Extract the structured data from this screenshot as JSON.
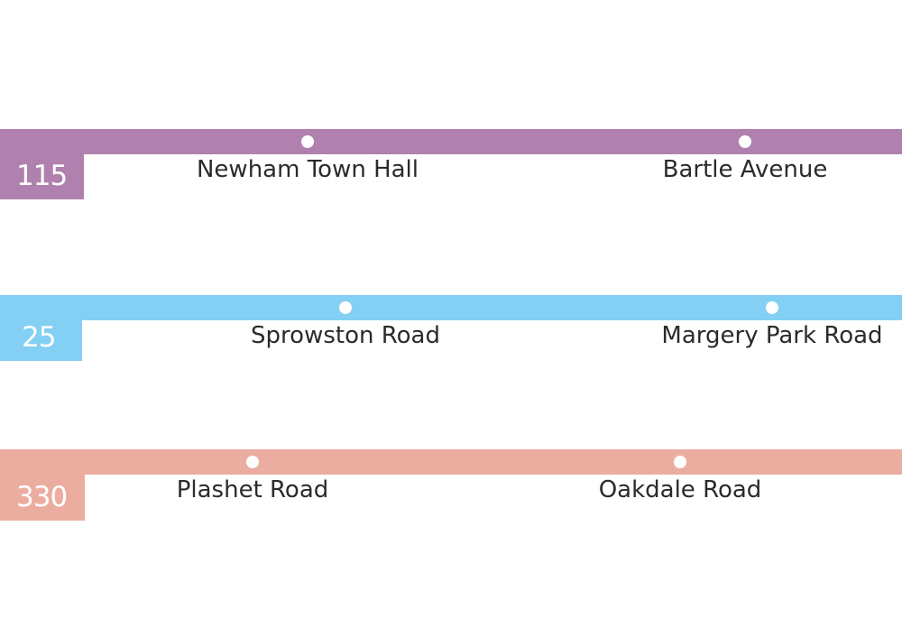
{
  "routes": [
    {
      "number": "115",
      "color": "#b081ae",
      "stops": [
        {
          "name": "Newham Town Hall"
        },
        {
          "name": "Bartle Avenue"
        }
      ]
    },
    {
      "number": "25",
      "color": "#84cff4",
      "stops": [
        {
          "name": "Sprowston Road"
        },
        {
          "name": "Margery Park Road"
        }
      ]
    },
    {
      "number": "330",
      "color": "#ebada0",
      "stops": [
        {
          "name": "Plashet Road"
        },
        {
          "name": "Oakdale Road"
        }
      ]
    }
  ]
}
